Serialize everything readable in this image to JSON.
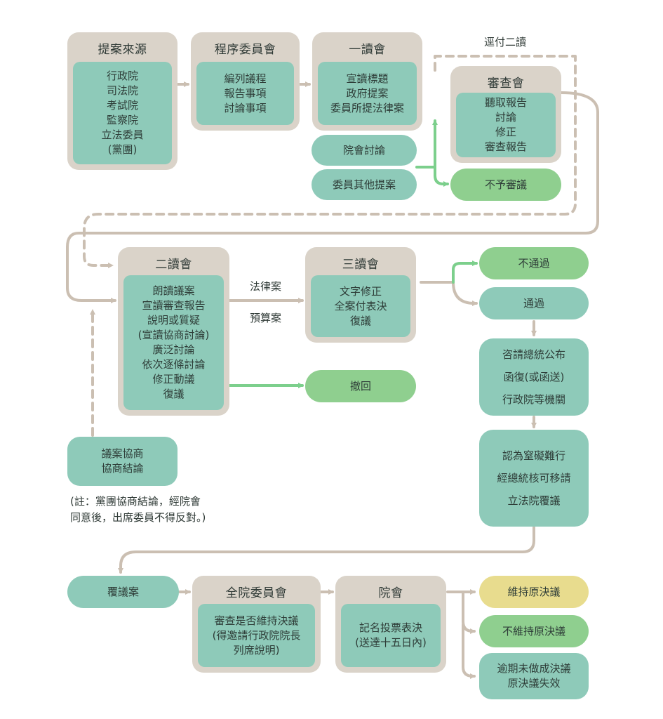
{
  "nodes": {
    "proposal_source": {
      "title": "提案來源",
      "items": [
        "行政院",
        "司法院",
        "考試院",
        "監察院",
        "立法委員",
        "(黨團)"
      ]
    },
    "procedure_committee": {
      "title": "程序委員會",
      "items": [
        "編列議程",
        "報告事項",
        "討論事項"
      ]
    },
    "first_reading": {
      "title": "一讀會",
      "items": [
        "宣讀標題",
        "政府提案",
        "委員所提法律案"
      ]
    },
    "plenary_discussion": {
      "label": "院會討論"
    },
    "other_proposals": {
      "label": "委員其他提案"
    },
    "review_meeting": {
      "title": "審查會",
      "items": [
        "聽取報告",
        "討論",
        "修正",
        "審查報告"
      ]
    },
    "no_review": {
      "label": "不予審議"
    },
    "second_reading": {
      "title": "二讀會",
      "items": [
        "朗讀議案",
        "宣讀審查報告",
        "說明或質疑",
        "(宣讀協商討論)",
        "廣泛討論",
        "依次逐條討論",
        "修正動議",
        "復議"
      ]
    },
    "third_reading": {
      "title": "三讀會",
      "items": [
        "文字修正",
        "全案付表決",
        "復議"
      ]
    },
    "withdraw": {
      "label": "撤回"
    },
    "not_passed": {
      "label": "不通過"
    },
    "passed": {
      "label": "通過"
    },
    "promulgation": {
      "items": [
        "咨請總統公布",
        "函復(或函送)",
        "行政院等機關"
      ]
    },
    "reconsider_request": {
      "items": [
        "認為窒礙難行",
        "經總統核可移請",
        "立法院覆議"
      ]
    },
    "negotiation": {
      "items": [
        "議案協商",
        "協商結論"
      ]
    },
    "reconsideration_case": {
      "label": "覆議案"
    },
    "committee_whole": {
      "title": "全院委員會",
      "items": [
        "審查是否維持決議",
        "(得邀請行政院院長",
        "列席說明)"
      ]
    },
    "plenary": {
      "title": "院會",
      "items": [
        "記名投票表決",
        "(送達十五日內)"
      ]
    },
    "maintain": {
      "label": "維持原決議"
    },
    "not_maintain": {
      "label": "不維持原決議"
    },
    "overdue": {
      "items": [
        "逾期未做成決議",
        "原決議失效"
      ]
    }
  },
  "edge_labels": {
    "direct_second": "逕付二讀",
    "law_bill": "法律案",
    "budget_bill": "預算案"
  },
  "note": {
    "lines": [
      "(註：黨團協商結論，經院會",
      "同意後，出席委員不得反對。)"
    ]
  },
  "colors": {
    "outer_box": "#dad3c9",
    "teal_box": "#8ecab9",
    "green_box": "#8fcf8f",
    "yellow_box": "#e8dc8e",
    "connector_gray": "#cbbfb2",
    "connector_green": "#7ccf8c"
  }
}
